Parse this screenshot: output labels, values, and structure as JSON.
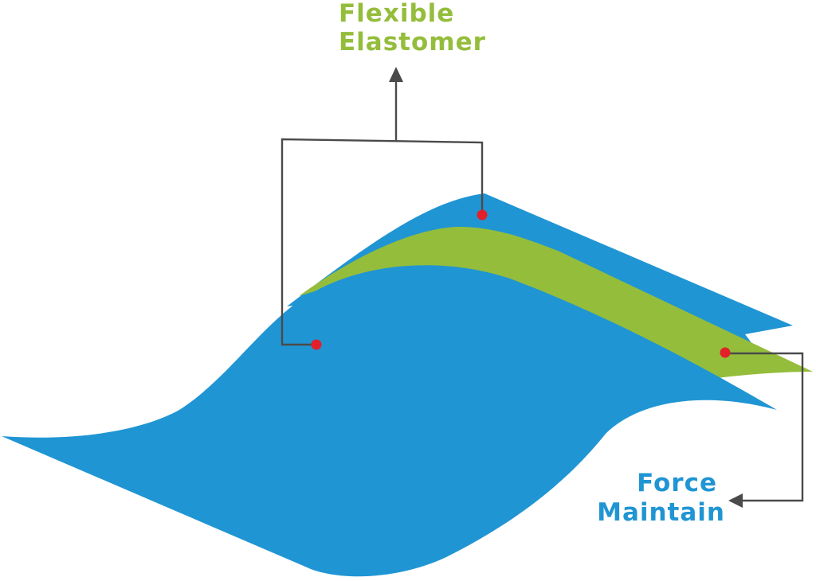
{
  "labels": {
    "top": {
      "line1": "Flexible",
      "line2": "Elastomer"
    },
    "bottom": {
      "line1": "Force",
      "line2": "Maintain"
    }
  },
  "colors": {
    "elastomer": "#94bd3b",
    "layer": "#2095d3",
    "connector": "#4a4a4a",
    "marker": "#e1202a",
    "top_label": "#94bd3b",
    "bottom_label": "#2095d3"
  }
}
